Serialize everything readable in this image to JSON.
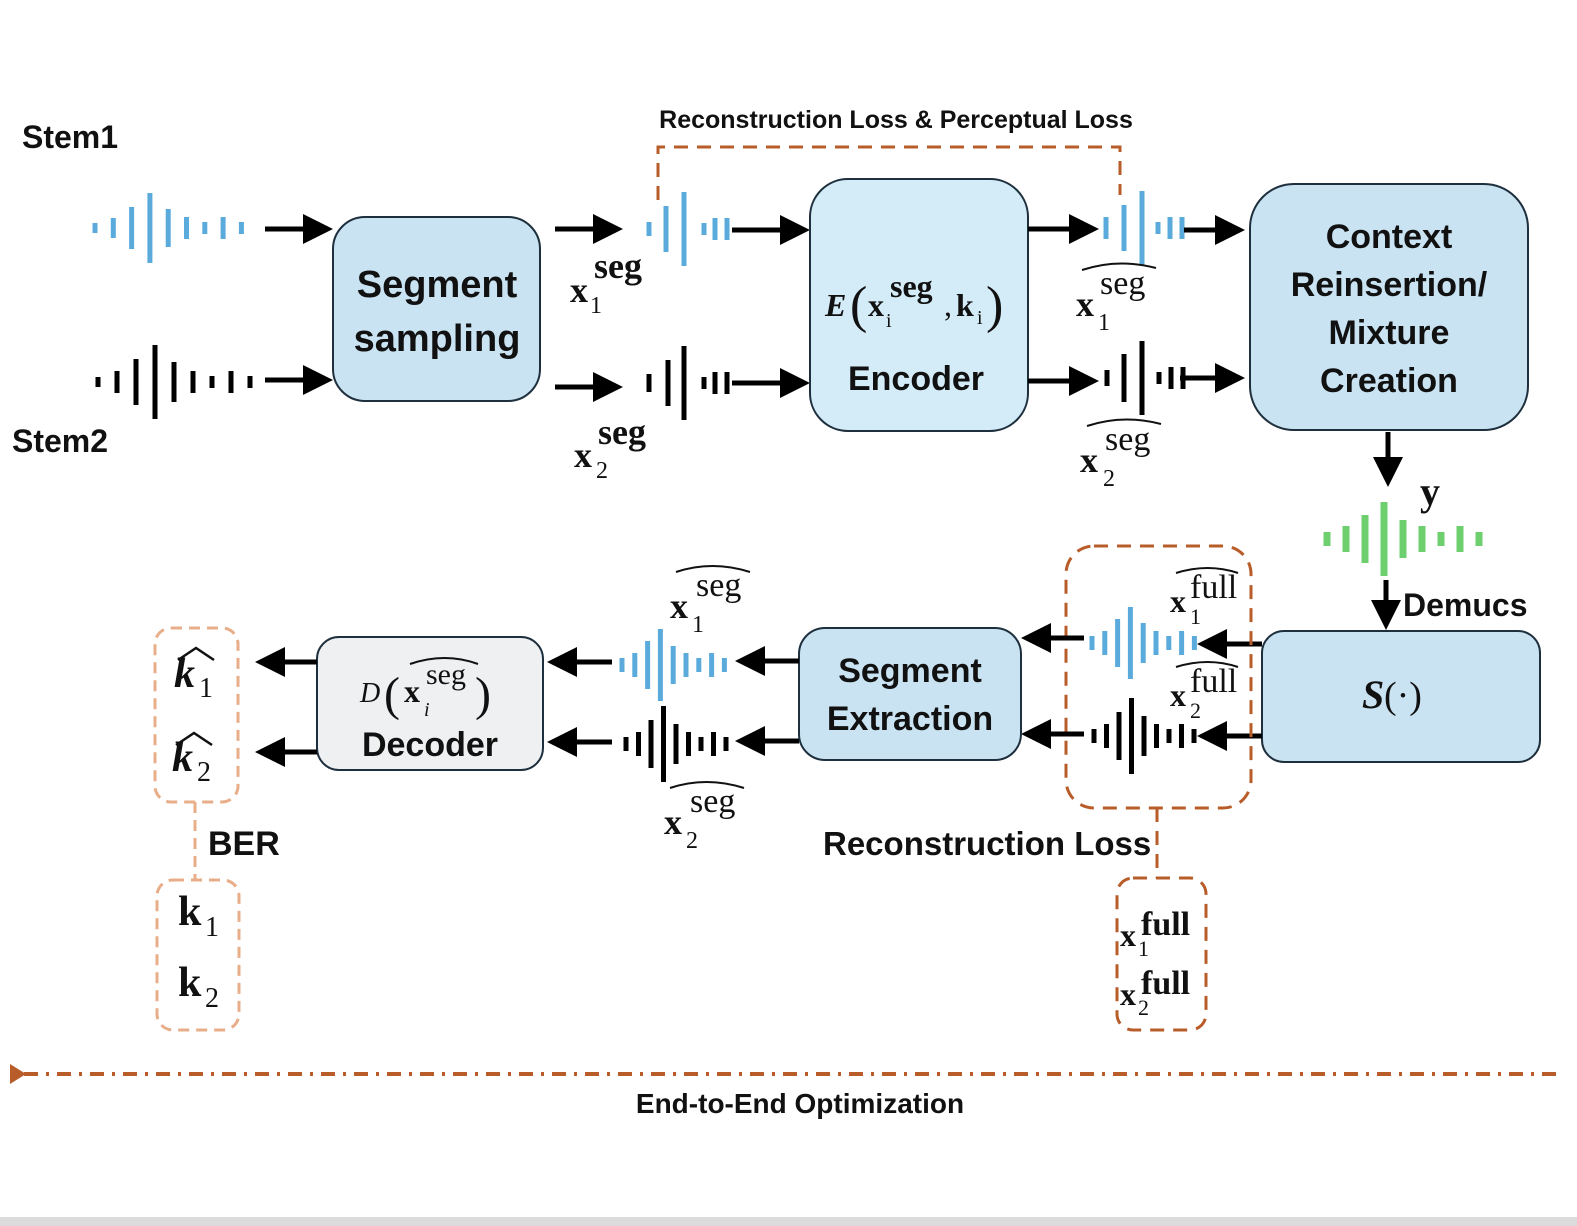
{
  "labels": {
    "stem1": "Stem1",
    "stem2": "Stem2",
    "segment_sampling": [
      "Segment",
      "sampling"
    ],
    "top_loss": "Reconstruction Loss & Perceptual Loss",
    "encoder_fn": "E",
    "encoder_args_x": "x",
    "encoder_args_sup": "seg",
    "encoder_args_sub": "i",
    "encoder_args_k": "k",
    "encoder_args_ksub": "i",
    "encoder": "Encoder",
    "context": [
      "Context",
      "Reinsertion/",
      "Mixture",
      "Creation"
    ],
    "y": "y",
    "demucs": "Demucs",
    "separator_fn": "S",
    "separator_arg": "(·)",
    "segment_extraction": [
      "Segment",
      "Extraction"
    ],
    "decoder_fn": "D",
    "decoder_x": "x",
    "decoder_sup": "seg",
    "decoder_sub": "i",
    "decoder": "Decoder",
    "k_hat_1": "k",
    "k_hat_2": "k",
    "k_1": "k",
    "k_2": "k",
    "sub1": "1",
    "sub2": "2",
    "ber": "BER",
    "bottom_loss": "Reconstruction Loss",
    "e2e": "End-to-End Optimization",
    "x": "x",
    "seg": "seg",
    "full": "full"
  },
  "waveforms": {
    "stem1_input": {
      "color": "#5aabdc",
      "bars": [
        10,
        20,
        42,
        70,
        38,
        22,
        12,
        22,
        12
      ]
    },
    "stem2_input": {
      "color": "#000000",
      "bars": [
        10,
        22,
        46,
        74,
        40,
        22,
        12,
        22,
        12
      ]
    },
    "x1_seg": {
      "color": "#5aabdc",
      "bars": [
        14,
        46,
        74,
        12,
        22,
        22
      ]
    },
    "x2_seg": {
      "color": "#000000",
      "bars": [
        18,
        46,
        74,
        12,
        22,
        22
      ]
    },
    "x1_seg_hat": {
      "color": "#5aabdc",
      "bars": [
        22,
        46,
        74,
        12,
        22,
        22
      ]
    },
    "x2_seg_hat": {
      "color": "#000000",
      "bars": [
        16,
        48,
        74,
        12,
        22,
        22
      ]
    },
    "mixture_y": {
      "color": "#6dcf6d",
      "bars": [
        14,
        26,
        48,
        74,
        38,
        26,
        14,
        26,
        14
      ]
    },
    "x1_full_hat": {
      "color": "#5aabdc",
      "bars": [
        14,
        24,
        48,
        72,
        40,
        24,
        14,
        24,
        14
      ]
    },
    "x2_full_hat": {
      "color": "#000000",
      "bars": [
        14,
        24,
        48,
        76,
        40,
        24,
        14,
        24,
        14
      ]
    },
    "x1_seg_hat_out": {
      "color": "#5aabdc",
      "bars": [
        14,
        24,
        48,
        72,
        38,
        24,
        14,
        24,
        14
      ]
    },
    "x2_seg_hat_out": {
      "color": "#000000",
      "bars": [
        14,
        24,
        48,
        76,
        40,
        24,
        14,
        24,
        14
      ]
    }
  }
}
